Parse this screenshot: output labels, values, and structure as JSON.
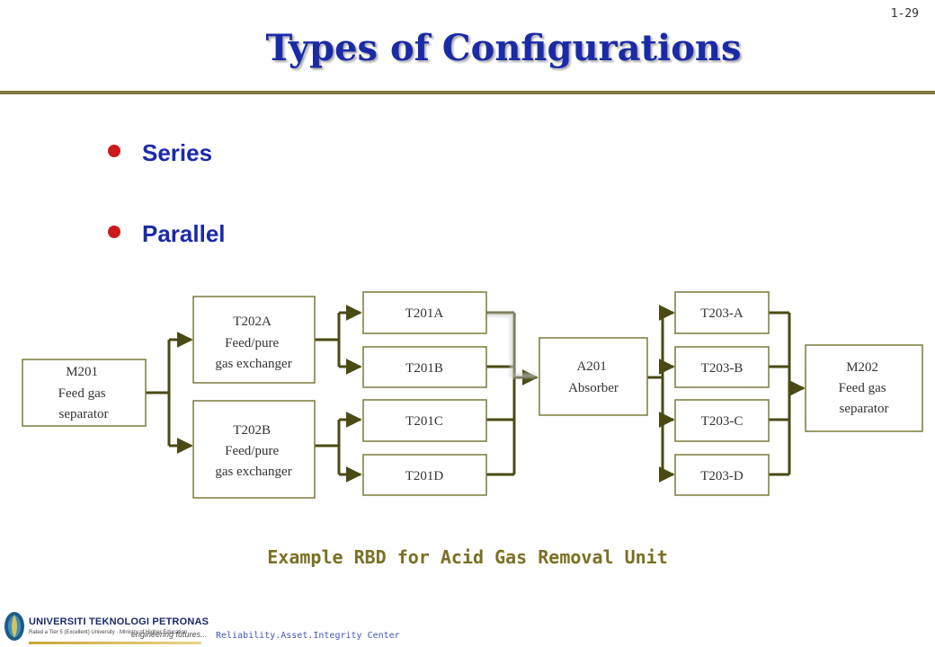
{
  "page_number": "1-29",
  "title": "Types of Configurations",
  "bullets": [
    {
      "label": "Series"
    },
    {
      "label": "Parallel"
    }
  ],
  "rbd": {
    "m201": {
      "lines": [
        "M201",
        "Feed gas",
        "separator"
      ]
    },
    "t202a": {
      "lines": [
        "T202A",
        "Feed/pure",
        "gas exchanger"
      ]
    },
    "t202b": {
      "lines": [
        "T202B",
        "Feed/pure",
        "gas exchanger"
      ]
    },
    "t201a": {
      "lines": [
        "T201A"
      ]
    },
    "t201b": {
      "lines": [
        "T201B"
      ]
    },
    "t201c": {
      "lines": [
        "T201C"
      ]
    },
    "t201d": {
      "lines": [
        "T201D"
      ]
    },
    "a201": {
      "lines": [
        "A201",
        "Absorber"
      ]
    },
    "t203a": {
      "lines": [
        "T203-A"
      ]
    },
    "t203b": {
      "lines": [
        "T203-B"
      ]
    },
    "t203c": {
      "lines": [
        "T203-C"
      ]
    },
    "t203d": {
      "lines": [
        "T203-D"
      ]
    },
    "m202": {
      "lines": [
        "M202",
        "Feed gas",
        "separator"
      ]
    }
  },
  "caption": "Example RBD for Acid Gas Removal Unit",
  "footer": {
    "university": "UNIVERSITI TEKNOLOGI PETRONAS",
    "tagline": "Rated a Tier 5 (Excellent) University · Ministry of Higher Education",
    "slogan": "engineering futures...",
    "center": "Reliability.Asset.Integrity Center"
  },
  "colors": {
    "title": "#1a2aa8",
    "rule": "#7f7a3a",
    "bullet": "#cc1a1a",
    "line": "#4a4a14",
    "box_border": "#7a7a3a",
    "caption": "#7a7022"
  }
}
